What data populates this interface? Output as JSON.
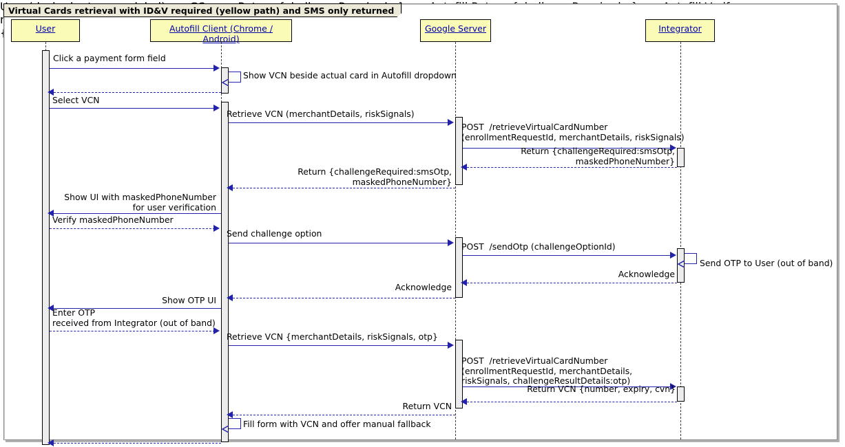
{
  "diagram": {
    "title": "Virtual Cards retrieval with ID&V required (yellow path) and SMS only returned",
    "type": "uml-sequence-diagram",
    "colors": {
      "participant_fill": "#fbfbb8",
      "participant_text": "#0000aa",
      "arrow": "#2222aa",
      "activation_fill": "#ececed",
      "title_fill": "#ece9d8",
      "frame_border": "#888888"
    },
    "participants": [
      {
        "id": "user",
        "label": "User"
      },
      {
        "id": "autofill",
        "label": "Autofill Client (Chrome / Android)"
      },
      {
        "id": "gserver",
        "label": "Google Server"
      },
      {
        "id": "integrator",
        "label": "Integrator"
      }
    ],
    "messages": [
      {
        "n": 1,
        "from": "user",
        "to": "autofill",
        "style": "solid",
        "dir": "right",
        "text": "Click a payment form field"
      },
      {
        "n": 2,
        "from": "autofill",
        "to": "autofill",
        "style": "self",
        "dir": "self",
        "text": "Show VCN beside actual card in Autofill dropdown"
      },
      {
        "n": 3,
        "from": "autofill",
        "to": "user",
        "style": "dashed",
        "dir": "left",
        "text": ""
      },
      {
        "n": 4,
        "from": "user",
        "to": "autofill",
        "style": "solid",
        "dir": "right",
        "text": "Select VCN"
      },
      {
        "n": 5,
        "from": "autofill",
        "to": "gserver",
        "style": "solid",
        "dir": "right",
        "text": "Retrieve VCN (merchantDetails, riskSignals)"
      },
      {
        "n": 6,
        "from": "gserver",
        "to": "integrator",
        "style": "solid",
        "dir": "right",
        "text": "POST  /retrieveVirtualCardNumber\n(enrollmentRequestId, merchantDetails, riskSignals)"
      },
      {
        "n": 7,
        "from": "integrator",
        "to": "gserver",
        "style": "dashed",
        "dir": "left",
        "text": "Return {challengeRequired:smsOtp,\nmaskedPhoneNumber}"
      },
      {
        "n": 8,
        "from": "gserver",
        "to": "autofill",
        "style": "dashed",
        "dir": "left",
        "text": "Return {challengeRequired:smsOtp,\nmaskedPhoneNumber}"
      },
      {
        "n": 9,
        "from": "autofill",
        "to": "user",
        "style": "solid",
        "dir": "left",
        "text": "Show UI with maskedPhoneNumber\nfor user verification"
      },
      {
        "n": 10,
        "from": "user",
        "to": "autofill",
        "style": "dashed",
        "dir": "right",
        "text": "Verify maskedPhoneNumber"
      },
      {
        "n": 11,
        "from": "autofill",
        "to": "gserver",
        "style": "solid",
        "dir": "right",
        "text": "Send challenge option"
      },
      {
        "n": 12,
        "from": "gserver",
        "to": "integrator",
        "style": "solid",
        "dir": "right",
        "text": "POST  /sendOtp (challengeOptionId)"
      },
      {
        "n": 13,
        "from": "integrator",
        "to": "integrator",
        "style": "self",
        "dir": "self",
        "text": "Send OTP to User (out of band)"
      },
      {
        "n": 14,
        "from": "integrator",
        "to": "gserver",
        "style": "dashed",
        "dir": "left",
        "text": "Acknowledge"
      },
      {
        "n": 15,
        "from": "gserver",
        "to": "autofill",
        "style": "dashed",
        "dir": "left",
        "text": "Acknowledge"
      },
      {
        "n": 16,
        "from": "autofill",
        "to": "user",
        "style": "solid",
        "dir": "left",
        "text": "Show OTP UI"
      },
      {
        "n": 17,
        "from": "user",
        "to": "autofill",
        "style": "dashed",
        "dir": "right",
        "text": "Enter OTP\nreceived from Integrator (out of band)"
      },
      {
        "n": 18,
        "from": "autofill",
        "to": "gserver",
        "style": "solid",
        "dir": "right",
        "text": "Retrieve VCN {merchantDetails, riskSignals, otp}"
      },
      {
        "n": 19,
        "from": "gserver",
        "to": "integrator",
        "style": "solid",
        "dir": "right",
        "text": "POST  /retrieveVirtualCardNumber\n(enrollmentRequestId, merchantDetails,\nriskSignals, challengeResultDetails:otp)"
      },
      {
        "n": 20,
        "from": "integrator",
        "to": "gserver",
        "style": "dashed",
        "dir": "left",
        "text": "Return VCN {number, expiry, cvn}"
      },
      {
        "n": 21,
        "from": "gserver",
        "to": "autofill",
        "style": "dashed",
        "dir": "left",
        "text": "Return VCN"
      },
      {
        "n": 22,
        "from": "autofill",
        "to": "autofill",
        "style": "self",
        "dir": "self",
        "text": "Fill form with VCN and offer manual fallback"
      },
      {
        "n": 23,
        "from": "autofill",
        "to": "user",
        "style": "dashed",
        "dir": "left",
        "text": ""
      }
    ]
  }
}
